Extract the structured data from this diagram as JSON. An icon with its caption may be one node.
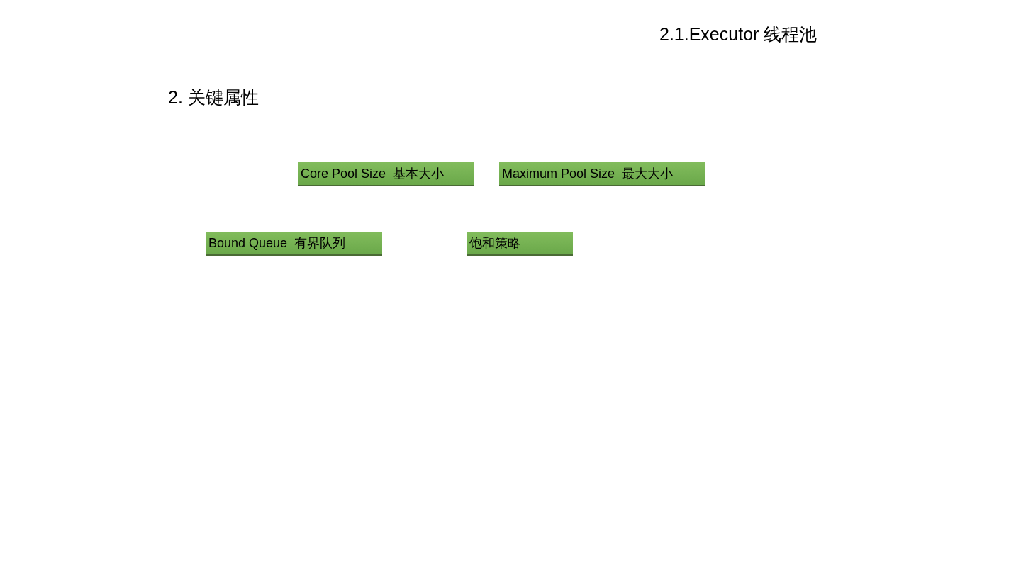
{
  "diagram": {
    "title": "2.1.Executor 线程池",
    "nodes": [
      {
        "text": [
          "Core Pool Size  基本大小"
        ]
      },
      {
        "text": [
          "Maximum Pool Size  最大大小"
        ]
      },
      {
        "text": [
          "Bound Queue  有界队列"
        ]
      },
      {
        "text": [
          "饱和策略"
        ]
      }
    ],
    "labels": [
      "2. 关键属性"
    ]
  }
}
